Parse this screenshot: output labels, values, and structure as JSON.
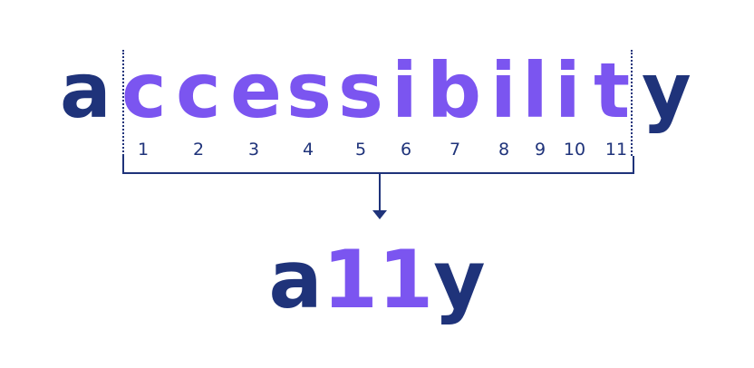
{
  "word": {
    "first": "a",
    "middle": [
      "c",
      "c",
      "e",
      "s",
      "s",
      "i",
      "b",
      "i",
      "l",
      "i",
      "t"
    ],
    "last": "y"
  },
  "counts": [
    "1",
    "2",
    "3",
    "4",
    "5",
    "6",
    "7",
    "8",
    "9",
    "10",
    "11"
  ],
  "abbreviation": {
    "first": "a",
    "number": "11",
    "last": "y"
  },
  "colors": {
    "dark": "#1f337a",
    "accent": "#7b55f0"
  }
}
